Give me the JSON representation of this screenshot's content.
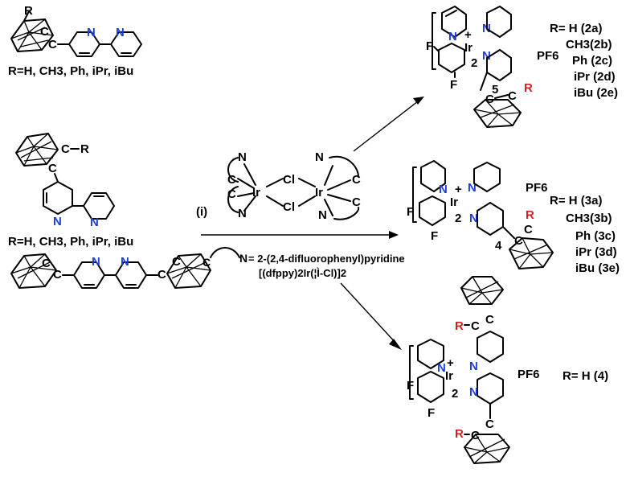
{
  "atoms": {
    "carbon": "C",
    "nitrogen": "N",
    "iridium": "Ir",
    "chlorine": "Cl",
    "fluorine": "F",
    "r_group": "R"
  },
  "colors": {
    "nitrogen": "#1f3fd6",
    "r_group": "#d42020"
  },
  "ligand_5_substituents": "R=H, CH3, Ph, iPr, iBu",
  "ligand_4_substituents": "R=H, CH3, Ph, iPr, iBu",
  "reagent": {
    "step": "(i)",
    "cn_definition": "= 2-(2,4-difluorophenyl)pyridine",
    "dimer_formula": "[(dfppy)2Ir(¦Ì-Cl)]2"
  },
  "products": {
    "counter_ion": "PF6",
    "charge": "+",
    "subscript_2": "2",
    "position_5": "5",
    "position_4": "4",
    "series_2": [
      "R= H   (2a)",
      "CH3(2b)",
      "Ph   (2c)",
      "iPr  (2d)",
      "iBu  (2e)"
    ],
    "series_3": [
      "R= H     (3a)",
      "CH3(3b)",
      "Ph    (3c)",
      "iPr  (3d)",
      "iBu  (3e)"
    ],
    "series_4": "R= H (4)"
  }
}
